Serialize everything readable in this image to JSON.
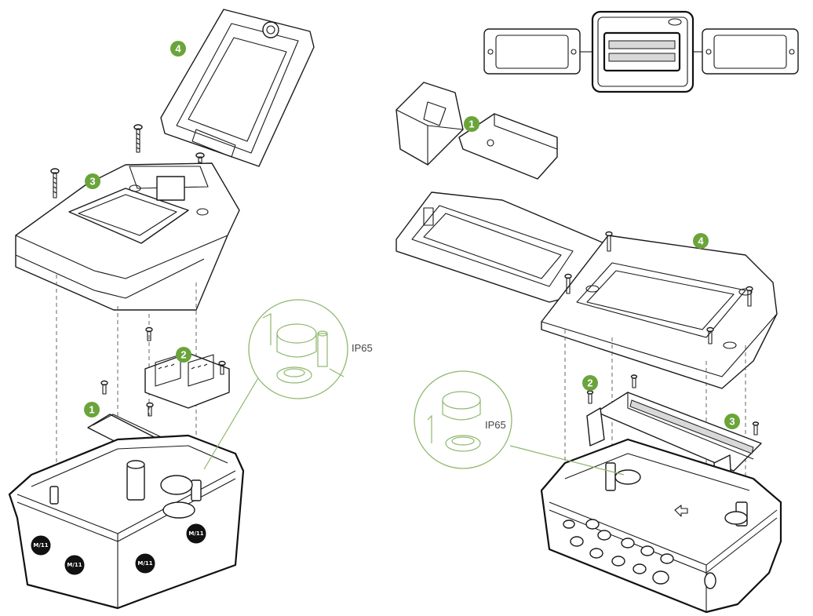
{
  "figure": {
    "left_assembly": {
      "callouts": [
        "1",
        "2",
        "3",
        "4"
      ],
      "detail_label": "IP65",
      "knockout_text": "M/11"
    },
    "right_assembly": {
      "callouts": [
        "1",
        "2",
        "3",
        "4"
      ],
      "detail_label": "IP65"
    },
    "colors": {
      "badge": "#6aa43a",
      "detail_circle": "#8fb86d",
      "line": "#1a1a1a"
    }
  }
}
